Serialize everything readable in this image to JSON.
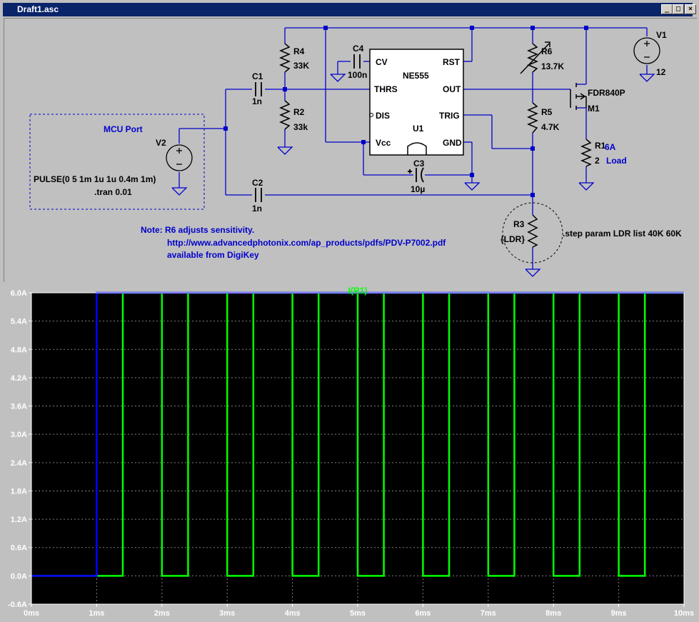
{
  "window": {
    "title": "Draft1.asc"
  },
  "window_controls": {
    "minimize": "_",
    "maximize": "□",
    "close": "×"
  },
  "schematic": {
    "mcu_port_label": "MCU Port",
    "v2_label": "V2",
    "pulse_spec": "PULSE(0 5 1m 1u 1u 0.4m 1m)",
    "tran_cmd": ".tran 0.01",
    "c1_label": "C1",
    "c1_value": "1n",
    "c2_label": "C2",
    "c2_value": "1n",
    "c3_label": "C3",
    "c3_value": "10µ",
    "c4_label": "C4",
    "c4_value": "100n",
    "r2_label": "R2",
    "r2_value": "33k",
    "r4_label": "R4",
    "r4_value": "33K",
    "r5_label": "R5",
    "r5_value": "4.7K",
    "r6_label": "R6",
    "r6_value": "13.7K",
    "r1_label": "R1",
    "r1_value": "2",
    "r3_label": "R3",
    "r3_value": "{LDR}",
    "load_current": "6A",
    "load_label": "Load",
    "ic_name": "NE555",
    "ic_ref": "U1",
    "pins": {
      "cv": "CV",
      "rst": "RST",
      "thrs": "THRS",
      "out": "OUT",
      "dis": "DIS",
      "trig": "TRIG",
      "vcc": "Vcc",
      "gnd": "GND"
    },
    "mosfet_part": "FDR840P",
    "mosfet_ref": "M1",
    "v1_label": "V1",
    "v1_value": "12",
    "note_line": "Note: R6 adjusts sensitivity.",
    "url_line": "http://www.advancedphotonix.com/ap_products/pdfs/PDV-P7002.pdf",
    "digikey_line": "available from DigiKey",
    "step_cmd": ".step param LDR list 40K 60K"
  },
  "chart_data": {
    "type": "line",
    "title": "I(R1)",
    "xlabel": "",
    "ylabel": "",
    "xlim": [
      0,
      10
    ],
    "ylim": [
      -0.6,
      6.0
    ],
    "x_ticks": [
      "0ms",
      "1ms",
      "2ms",
      "3ms",
      "4ms",
      "5ms",
      "6ms",
      "7ms",
      "8ms",
      "9ms",
      "10ms"
    ],
    "y_ticks": [
      "-0.6A",
      "0.0A",
      "0.6A",
      "1.2A",
      "1.8A",
      "2.4A",
      "3.0A",
      "3.6A",
      "4.2A",
      "4.8A",
      "5.4A",
      "6.0A"
    ],
    "grid": true,
    "series": [
      {
        "color": "#00ff00",
        "x": [
          0,
          1.4,
          1.4,
          2.0,
          2.0,
          2.4,
          2.4,
          3.0,
          3.0,
          3.4,
          3.4,
          4.0,
          4.0,
          4.4,
          4.4,
          5.0,
          5.0,
          5.4,
          5.4,
          6.0,
          6.0,
          6.4,
          6.4,
          7.0,
          7.0,
          7.4,
          7.4,
          8.0,
          8.0,
          8.4,
          8.4,
          9.0,
          9.0,
          9.4,
          9.4,
          10.0
        ],
        "y": [
          0,
          0,
          6,
          6,
          0,
          0,
          6,
          6,
          0,
          0,
          6,
          6,
          0,
          0,
          6,
          6,
          0,
          0,
          6,
          6,
          0,
          0,
          6,
          6,
          0,
          0,
          6,
          6,
          0,
          0,
          6,
          6,
          0,
          0,
          6,
          6
        ]
      },
      {
        "color": "#0000ff",
        "x": [
          0,
          1.0,
          1.0,
          10.0
        ],
        "y": [
          0,
          0,
          6,
          6
        ]
      }
    ]
  }
}
